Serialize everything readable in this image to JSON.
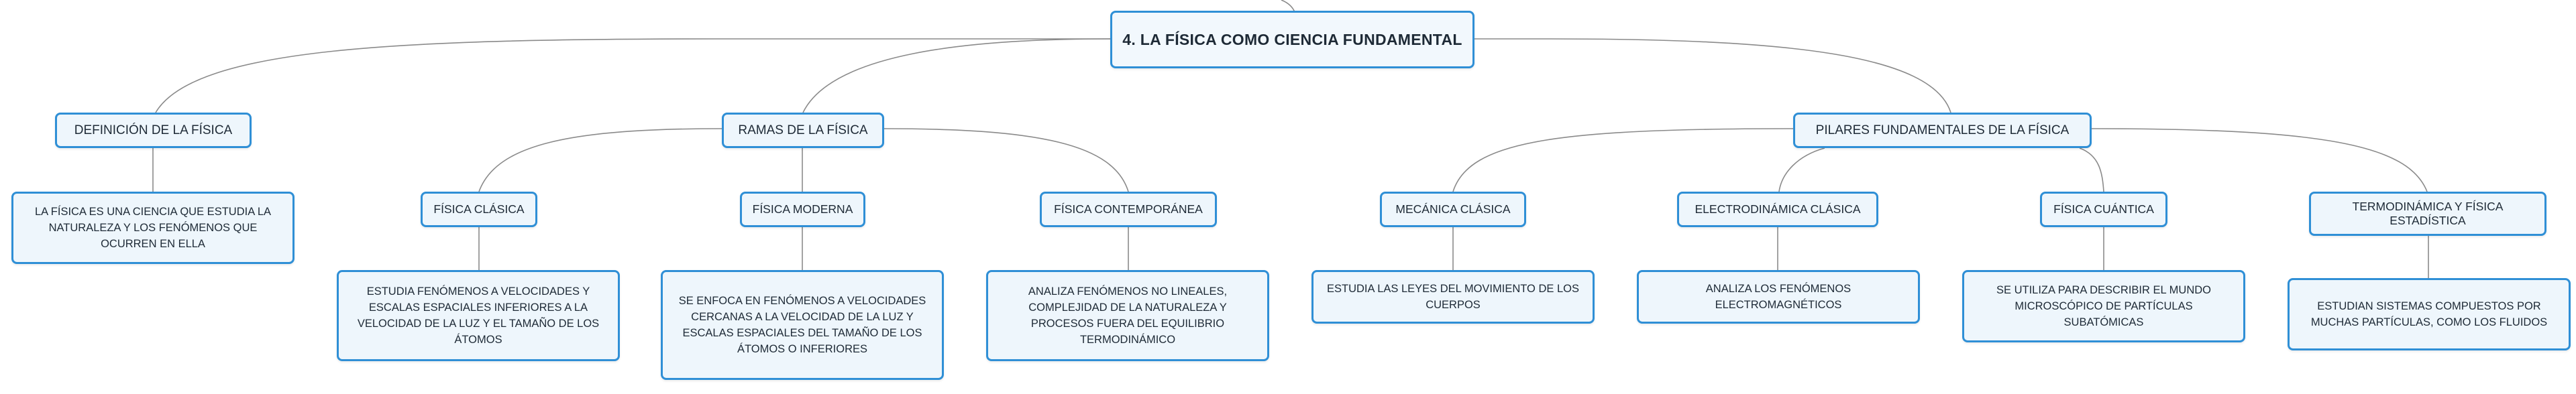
{
  "mindmap": {
    "root": "4. LA FÍSICA COMO CIENCIA FUNDAMENTAL",
    "definicion": {
      "title": "DEFINICIÓN DE LA FÍSICA",
      "desc": "LA FÍSICA ES UNA CIENCIA QUE ESTUDIA LA NATURALEZA Y LOS FENÓMENOS QUE OCURREN EN ELLA"
    },
    "ramas": {
      "title": "RAMAS DE LA FÍSICA",
      "items": [
        {
          "title": "FÍSICA CLÁSICA",
          "desc": "ESTUDIA FENÓMENOS A VELOCIDADES Y ESCALAS ESPACIALES INFERIORES A LA VELOCIDAD DE LA LUZ Y EL TAMAÑO DE LOS ÁTOMOS"
        },
        {
          "title": "FÍSICA MODERNA",
          "desc": "SE ENFOCA EN FENÓMENOS A VELOCIDADES CERCANAS A LA VELOCIDAD DE LA LUZ Y ESCALAS ESPACIALES DEL TAMAÑO DE LOS ÁTOMOS O INFERIORES"
        },
        {
          "title": "FÍSICA CONTEMPORÁNEA",
          "desc": "ANALIZA FENÓMENOS NO LINEALES, COMPLEJIDAD DE LA NATURALEZA Y PROCESOS FUERA DEL EQUILIBRIO TERMODINÁMICO"
        }
      ]
    },
    "pilares": {
      "title": "PILARES FUNDAMENTALES DE LA FÍSICA",
      "items": [
        {
          "title": "MECÁNICA CLÁSICA",
          "desc": "ESTUDIA LAS LEYES DEL MOVIMIENTO DE LOS CUERPOS"
        },
        {
          "title": "ELECTRODINÁMICA CLÁSICA",
          "desc": "ANALIZA LOS FENÓMENOS ELECTROMAGNÉTICOS"
        },
        {
          "title": "FÍSICA CUÁNTICA",
          "desc": "SE UTILIZA PARA DESCRIBIR EL MUNDO MICROSCÓPICO DE PARTÍCULAS SUBATÓMICAS"
        },
        {
          "title": "TERMODINÁMICA Y FÍSICA ESTADÍSTICA",
          "desc": "ESTUDIAN SISTEMAS COMPUESTOS POR MUCHAS PARTÍCULAS, COMO LOS FLUIDOS"
        }
      ]
    }
  },
  "colors": {
    "node_border": "#2f8fd6",
    "node_fill": "#eef6fc",
    "connector": "#8a8a8a",
    "text": "#1e2a36"
  }
}
